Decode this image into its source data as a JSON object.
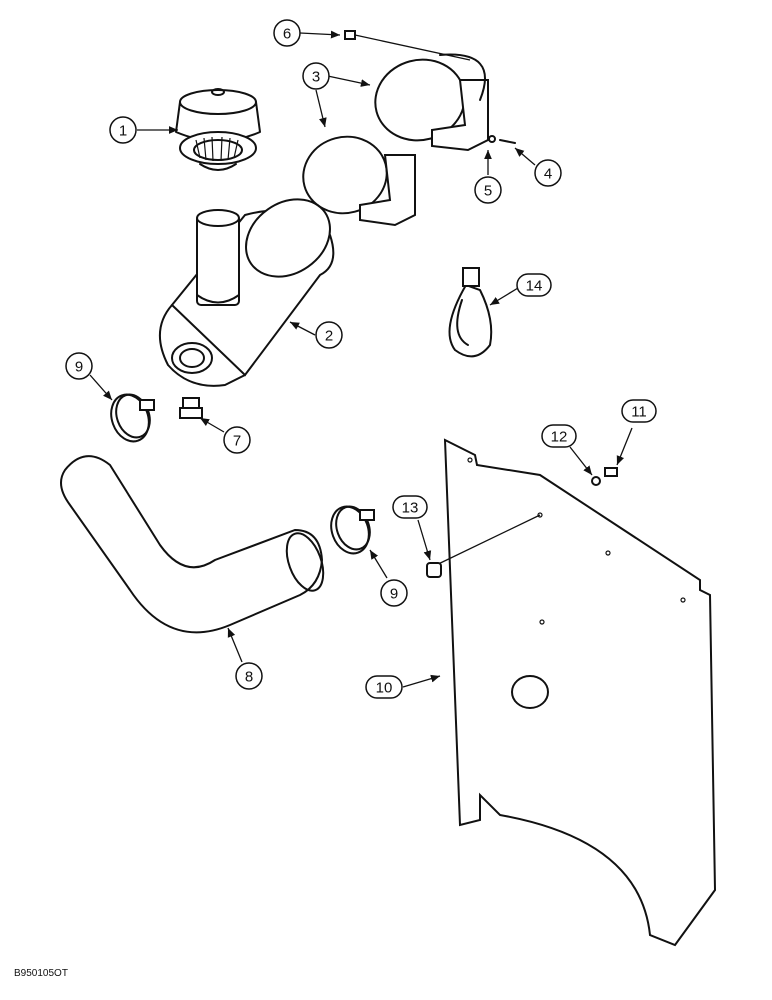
{
  "figure_code": "B950105OT",
  "callouts": [
    "1",
    "2",
    "3",
    "4",
    "5",
    "6",
    "7",
    "8",
    "9",
    "9",
    "10",
    "11",
    "12",
    "13",
    "14"
  ]
}
